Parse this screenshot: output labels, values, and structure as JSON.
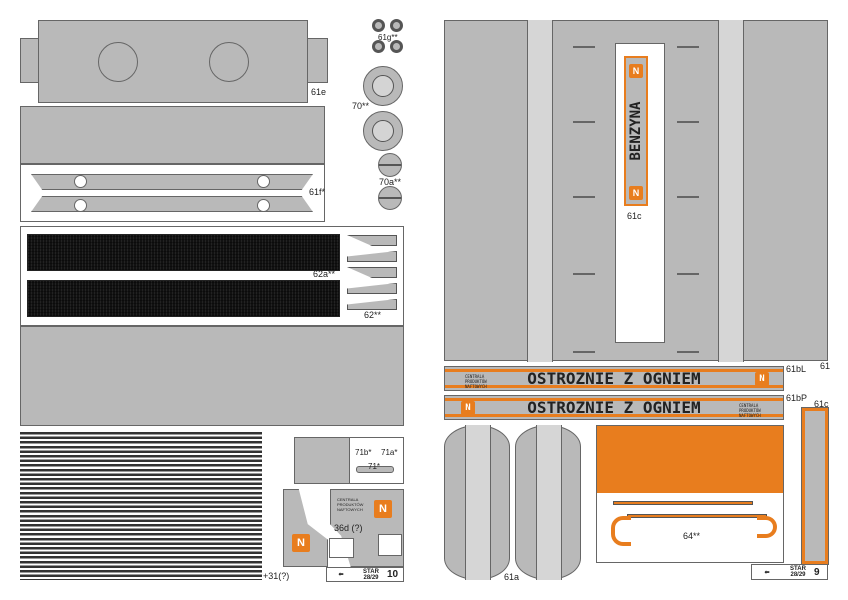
{
  "labels": {
    "p61e": "61e",
    "p61g": "61g**",
    "p70": "70**",
    "p70a": "70a**",
    "p61f": "61f*",
    "p62a": "62a**",
    "p62": "62**",
    "p61c_inner": "61c",
    "p61": "61",
    "p61bL": "61bL",
    "p61bP": "61bP",
    "p61c": "61c",
    "p71b": "71b*",
    "p71a": "71a*",
    "p71": "71*",
    "p36d": "36d (?)",
    "p31": "+31(?)",
    "p61a": "61a",
    "p64": "64**"
  },
  "texts": {
    "benzyna": "BENZYNA",
    "warning": "OSTROŻNIE Z OGNIEM",
    "cpn": "CENTRALA PRODUKTÓW NAFTOWYCH",
    "logo_letter": "N"
  },
  "footer": {
    "model": "STAR 28/29",
    "page_left": "10",
    "page_right": "9"
  },
  "colors": {
    "orange": "#e87d1e",
    "grey": "#b9b9b9"
  }
}
